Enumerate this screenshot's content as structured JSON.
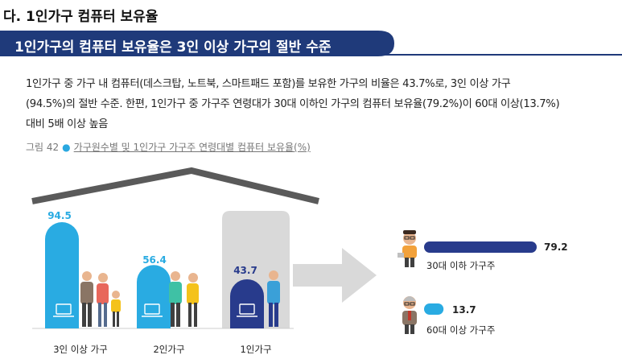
{
  "section_title": "다. 1인가구 컴퓨터 보유율",
  "banner_title": "1인가구의 컴퓨터 보유율은 3인 이상 가구의 절반 수준",
  "summary_lines": [
    "1인가구 중 가구 내 컴퓨터(데스크탑, 노트북, 스마트패드 포함)를 보유한 가구의 비율은 43.7%로, 3인 이상 가구",
    "(94.5%)의 절반 수준. 한편, 1인가구 중 가구주 연령대가 30대 이하인 가구의 컴퓨터 보유율(79.2%)이 60대 이상(13.7%)",
    "대비 5배 이상 높음"
  ],
  "figure": {
    "number": "그림 42",
    "title": "가구원수별 및 1인가구 가구주 연령대별 컴퓨터 보유율(%)"
  },
  "colors": {
    "banner": "#1f3a7a",
    "three_plus": "#29abe2",
    "two": "#29abe2",
    "one": "#283b8c",
    "roof": "#5a5a5a",
    "arrow": "#d9d9d9",
    "age_bar_young": "#283b8c",
    "age_bar_old": "#29abe2"
  },
  "chart_data": {
    "type": "bar",
    "household_chart": {
      "categories": [
        "3인 이상 가구",
        "2인가구",
        "1인가구"
      ],
      "values": [
        94.5,
        56.4,
        43.7
      ],
      "value_labels": [
        "94.5",
        "56.4",
        "43.7"
      ]
    },
    "age_chart": {
      "categories": [
        "30대 이하 가구주",
        "60대 이상 가구주"
      ],
      "values": [
        79.2,
        13.7
      ],
      "value_labels": [
        "79.2",
        "13.7"
      ]
    }
  }
}
